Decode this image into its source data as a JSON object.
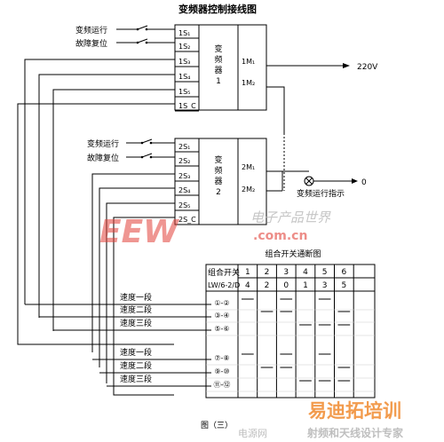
{
  "title": "变频器控制接线图",
  "caption": "图（三）",
  "inverter1": {
    "name": "变\n频\n器\n1",
    "inputs": [
      {
        "terminal": "1S₁",
        "label": "变频运行"
      },
      {
        "terminal": "1S₂",
        "label": "故障复位"
      },
      {
        "terminal": "1S₃",
        "label": ""
      },
      {
        "terminal": "1S₄",
        "label": ""
      },
      {
        "terminal": "1S₅",
        "label": ""
      },
      {
        "terminal": "1S_C",
        "label": ""
      }
    ],
    "outputs": [
      "1M₁",
      "1M₂"
    ],
    "supply": "220V"
  },
  "inverter2": {
    "name": "变\n频\n器\n2",
    "inputs": [
      {
        "terminal": "2S₁",
        "label": "变频运行"
      },
      {
        "terminal": "2S₂",
        "label": "故障复位"
      },
      {
        "terminal": "2S₃",
        "label": ""
      },
      {
        "terminal": "2S₄",
        "label": ""
      },
      {
        "terminal": "2S₅",
        "label": ""
      },
      {
        "terminal": "2S_C",
        "label": ""
      }
    ],
    "outputs": [
      "2M₁",
      "2M₂"
    ],
    "zero": "0",
    "lamp_label": "变频运行指示"
  },
  "switch_table": {
    "title": "组合开关通断图",
    "header_label": "组合开关\nLW/6-2/D",
    "positions": [
      "1",
      "2",
      "3",
      "4",
      "5",
      "6"
    ],
    "positions_row2": [
      "4",
      "2",
      "0",
      "1",
      "3",
      "5"
    ],
    "rows": [
      {
        "contact": "①-②",
        "closed": [
          true,
          false,
          true,
          false,
          true,
          false
        ]
      },
      {
        "contact": "③-④",
        "closed": [
          false,
          true,
          true,
          false,
          false,
          true
        ]
      },
      {
        "contact": "⑤-⑥",
        "closed": [
          false,
          false,
          false,
          true,
          true,
          true
        ]
      },
      {
        "contact": "⑦-⑧",
        "closed": [
          true,
          false,
          true,
          false,
          true,
          false
        ]
      },
      {
        "contact": "⑨-⑩",
        "closed": [
          false,
          true,
          true,
          false,
          false,
          true
        ]
      },
      {
        "contact": "⑪-⑫",
        "closed": [
          false,
          false,
          false,
          true,
          true,
          true
        ]
      }
    ],
    "speed_labels": [
      "速度一段",
      "速度二段",
      "速度三段",
      "速度一段",
      "速度二段",
      "速度三段"
    ]
  },
  "watermarks": {
    "logo_main": "EEW",
    "logo_cn": "电子产品世界",
    "logo_url": ".com.cn",
    "bottom_brand": "易迪拓培训",
    "bottom_cn": "射频和天线设计专家",
    "bottom_prefix": "电源网"
  }
}
